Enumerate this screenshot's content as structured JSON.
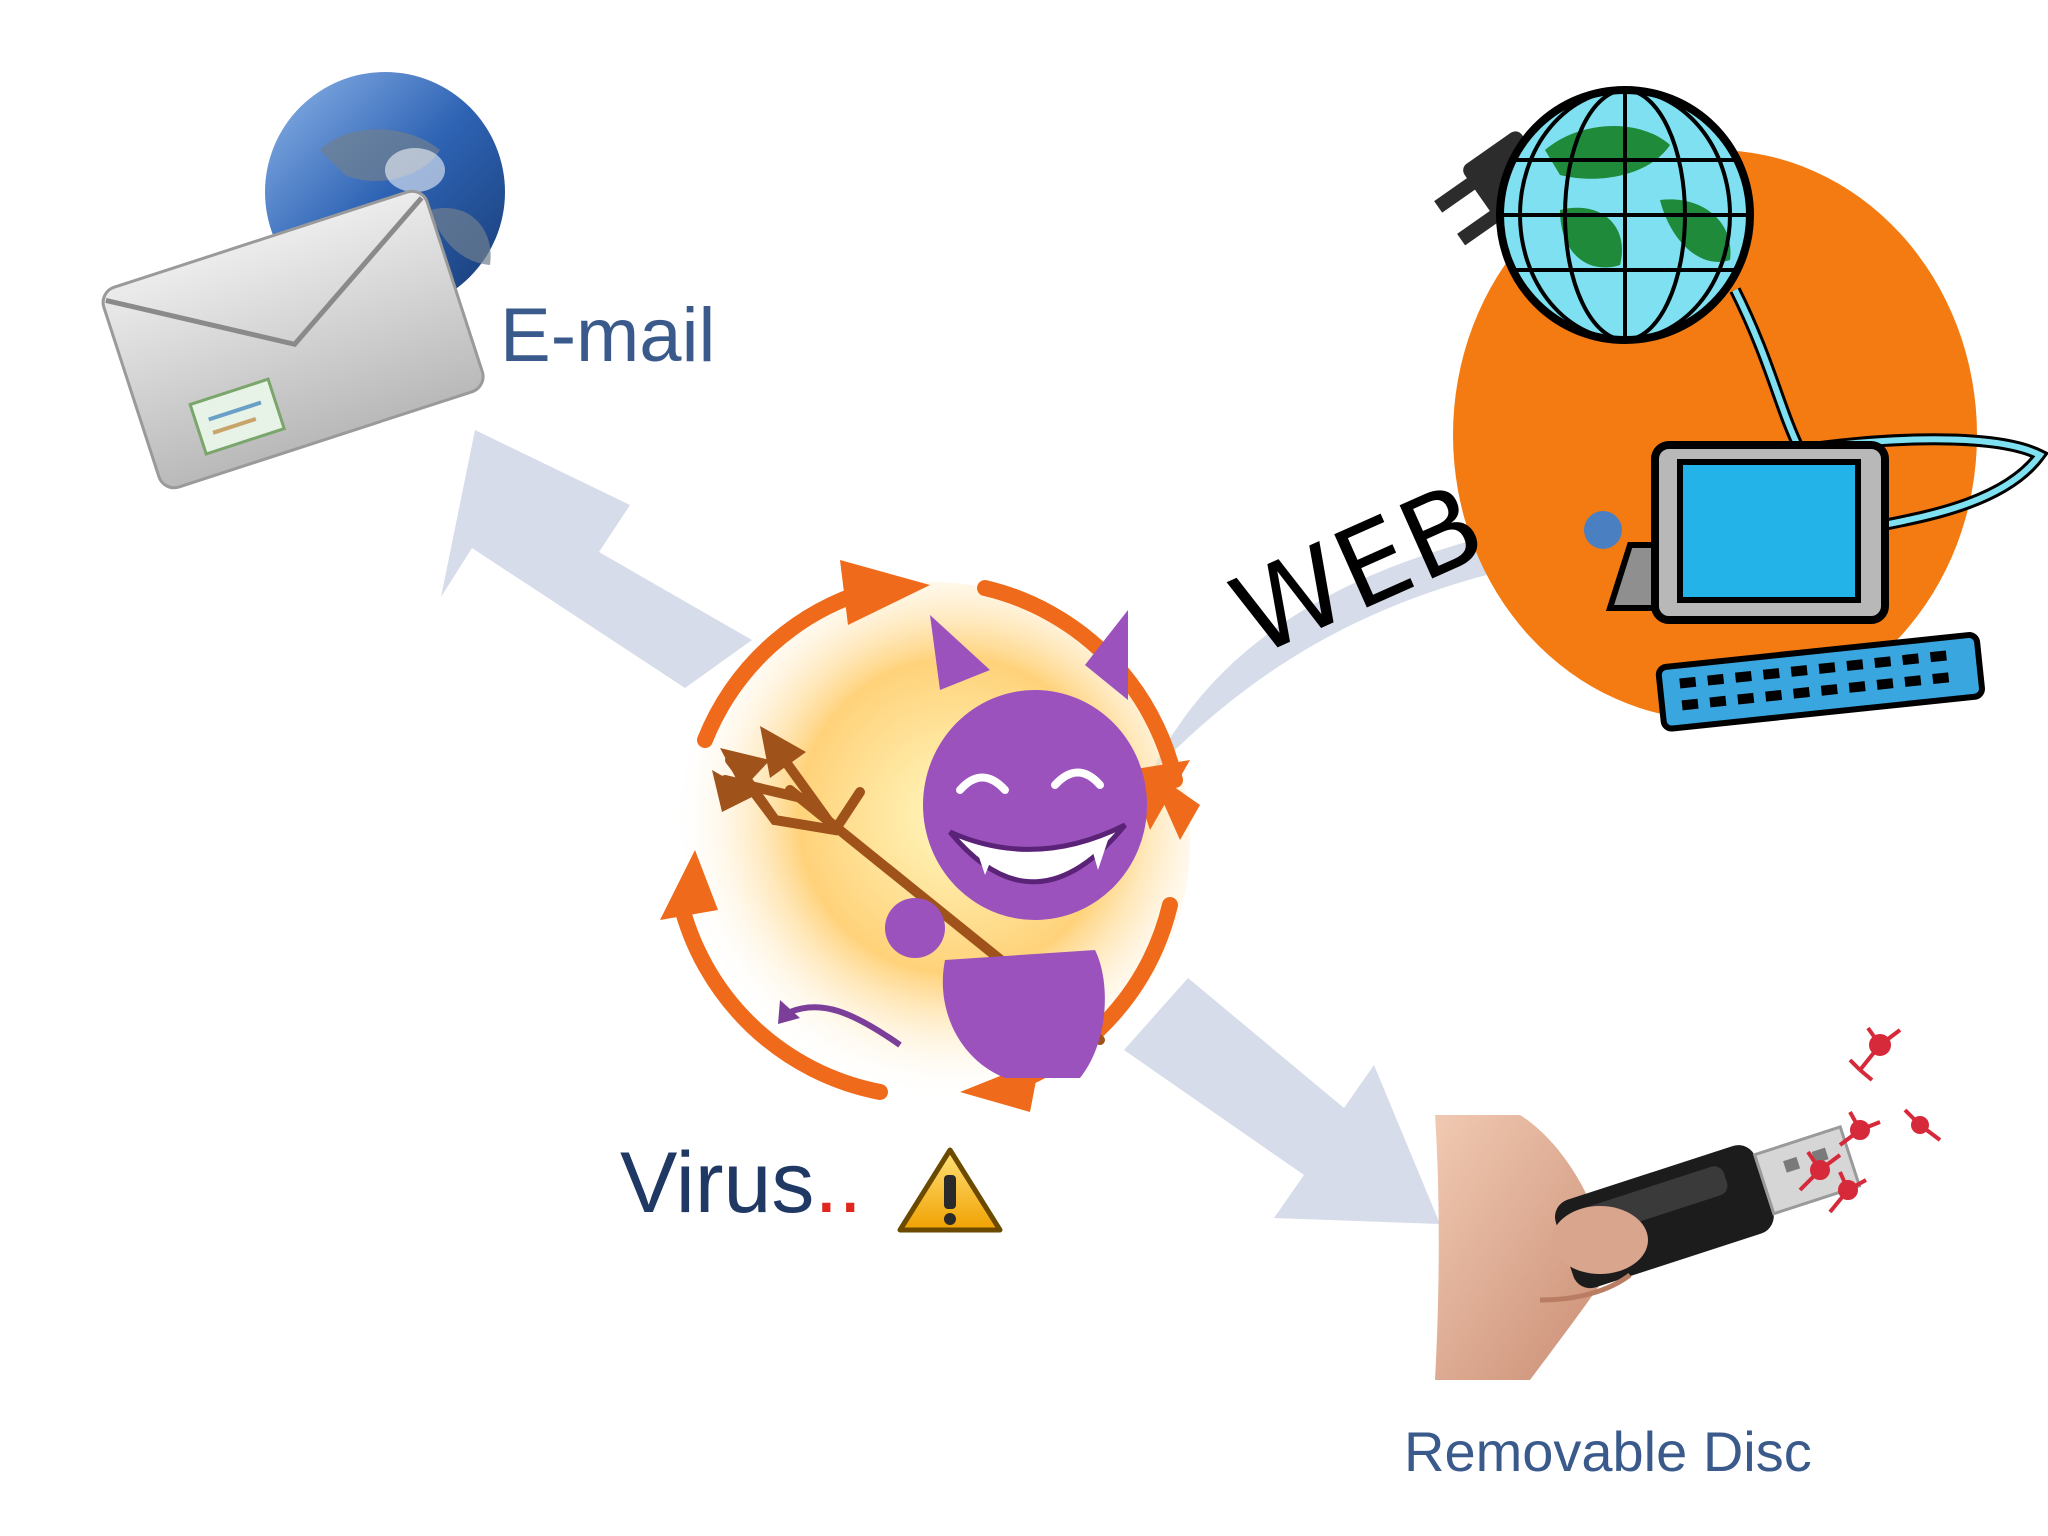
{
  "labels": {
    "email": "E-mail",
    "web": "WEB",
    "virus": "Virus",
    "virus_dots": "..",
    "removable": "Removable Disc"
  },
  "icons": {
    "center": "devil-virus-icon",
    "email": "envelope-globe-icon",
    "web": "networked-computer-icon",
    "removable": "usb-drive-icon",
    "warning": "warning-triangle-icon"
  },
  "colors": {
    "text_blue": "#3a5a8c",
    "text_dark": "#1f3864",
    "arrow_fill": "#d6dce9",
    "orange": "#f47b12",
    "purple": "#9b52bd",
    "dot_red": "#e0271d",
    "connector_dot": "#4a7fc1"
  }
}
